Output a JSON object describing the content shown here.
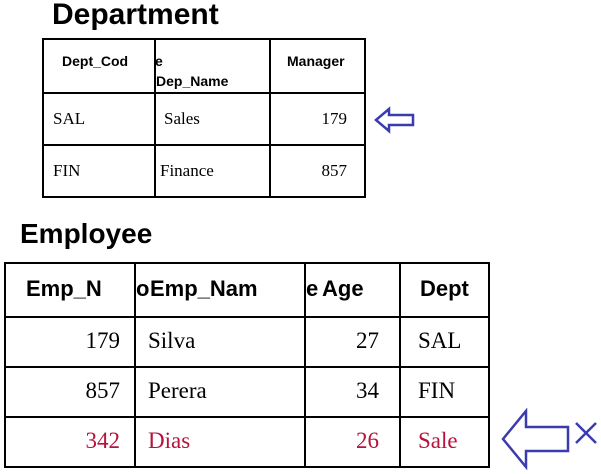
{
  "department": {
    "title": "Department",
    "headers": {
      "code_part1": "Dept_Cod",
      "code_part2": "e",
      "name": "Dep_Name",
      "manager": "Manager"
    },
    "rows": [
      {
        "code": "SAL",
        "name": "Sales",
        "manager": "179"
      },
      {
        "code": "FIN",
        "name": "Finance",
        "manager": "857"
      }
    ]
  },
  "employee": {
    "title": "Employee",
    "headers": {
      "emp_no": "Emp_N",
      "emp_no_overflow": "o",
      "emp_name": "Emp_Nam",
      "emp_name_overflow": "e",
      "age": "Age",
      "dept": "Dept"
    },
    "rows": [
      {
        "emp_no": "179",
        "name": "Silva",
        "age": "27",
        "dept": "SAL"
      },
      {
        "emp_no": "857",
        "name": "Perera",
        "age": "34",
        "dept": "FIN"
      },
      {
        "emp_no": "342",
        "name": "Dias",
        "age": "26",
        "dept": "Sale"
      }
    ]
  },
  "colors": {
    "invalid_row_text": "#b5123c",
    "arrow": "#3b3bb0"
  },
  "icons": {
    "valid_reference": "left-arrow-icon",
    "invalid_reference": "left-arrow-icon",
    "invalid_mark": "cross-icon"
  }
}
